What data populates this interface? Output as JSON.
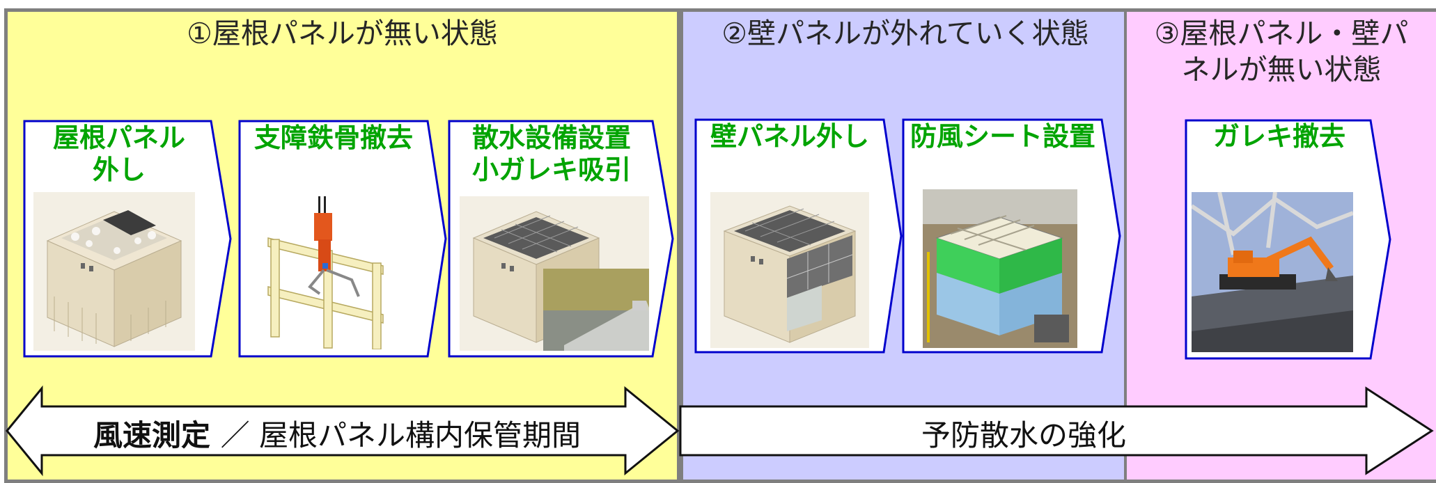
{
  "phases": [
    {
      "title": "①屋根パネルが無い状態"
    },
    {
      "title": "②壁パネルが外れていく状態"
    },
    {
      "title": "③屋根パネル・壁パ\nネルが無い状態"
    }
  ],
  "steps": [
    {
      "label": "屋根パネル\n外し"
    },
    {
      "label": "支障鉄骨撤去"
    },
    {
      "label": "散水設備設置\n小ガレキ吸引"
    },
    {
      "label": "壁パネル外し"
    },
    {
      "label": "防風シート設置"
    },
    {
      "label": "ガレキ撤去"
    }
  ],
  "bars": {
    "left_bold": "風速測定",
    "left_rest": "／ 屋根パネル構内保管期間",
    "right": "予防散水の強化"
  },
  "colors": {
    "phase1_bg": "#ffff99",
    "phase2_bg": "#ccccff",
    "phase3_bg": "#ffccff",
    "step_border": "#0000cc",
    "step_label": "#00a400"
  }
}
